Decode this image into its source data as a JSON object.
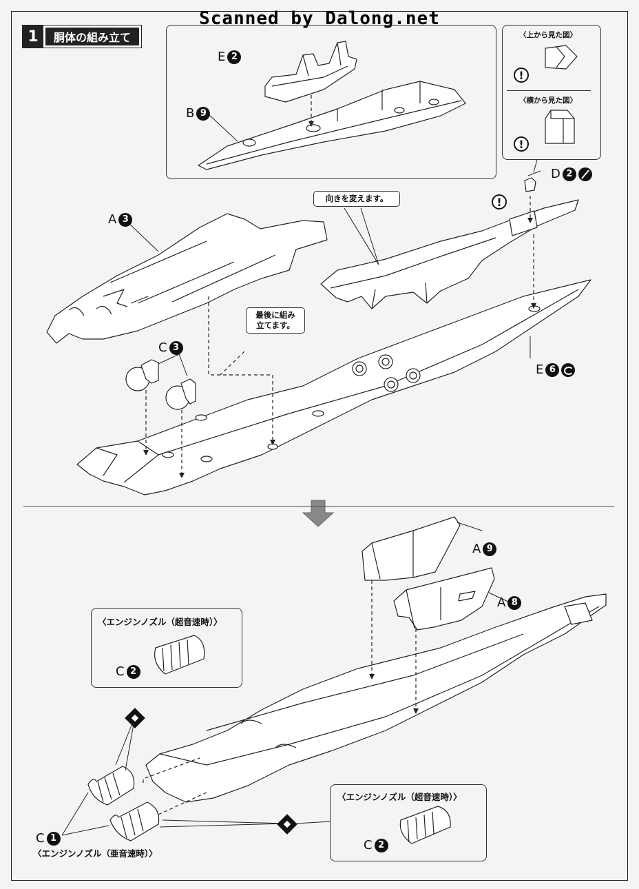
{
  "watermark": "Scanned by Dalong.net",
  "step": {
    "number": "1",
    "title": "胴体の組み立て"
  },
  "inset_views": {
    "top_view": "〈上から見た図〉",
    "side_view": "〈横から見た図〉"
  },
  "callouts": {
    "change_direction": "向きを変えます。",
    "assemble_last_1": "最後に組み",
    "assemble_last_2": "立てます。"
  },
  "parts": {
    "E2": {
      "letter": "E",
      "num": "2"
    },
    "B9": {
      "letter": "B",
      "num": "9"
    },
    "D2": {
      "letter": "D",
      "num": "2"
    },
    "A3": {
      "letter": "A",
      "num": "3"
    },
    "C3": {
      "letter": "C",
      "num": "3"
    },
    "E6": {
      "letter": "E",
      "num": "6"
    },
    "A9": {
      "letter": "A",
      "num": "9"
    },
    "A8": {
      "letter": "A",
      "num": "8"
    },
    "C2a": {
      "letter": "C",
      "num": "2"
    },
    "C1": {
      "letter": "C",
      "num": "1"
    },
    "C2b": {
      "letter": "C",
      "num": "2"
    }
  },
  "captions": {
    "nozzle_super_1": "〈エンジンノズル（超音速時）〉",
    "nozzle_super_2": "〈エンジンノズル（超音速時）〉",
    "nozzle_sub": "〈エンジンノズル（亜音速時）〉"
  },
  "warning_symbol": "!"
}
